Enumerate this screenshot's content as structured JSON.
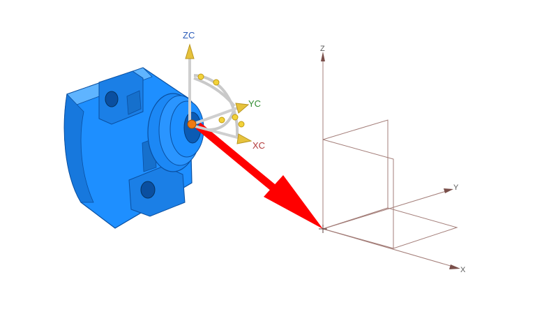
{
  "viewport": {
    "background": "#ffffff"
  },
  "dynamic_csys": {
    "labels": {
      "z": "ZC",
      "y": "YC",
      "x": "XC"
    },
    "colors": {
      "z_label": "#2a5bb8",
      "y_label": "#2e8b2e",
      "x_label": "#b23a3a",
      "arrow_head": "#e6c23c",
      "origin_handle": "#f07a10",
      "rotation_handle": "#f2d23a"
    }
  },
  "datum_csys": {
    "labels": {
      "z": "Z",
      "y": "Y",
      "x": "X"
    },
    "colors": {
      "lines": "#a37d78",
      "label": "#5a5a5a"
    }
  },
  "move_indicator": {
    "icon": "move-arrow-icon",
    "color": "#ff0000"
  },
  "part": {
    "icon": "bearing-housing-part",
    "color": "#1e90ff"
  }
}
